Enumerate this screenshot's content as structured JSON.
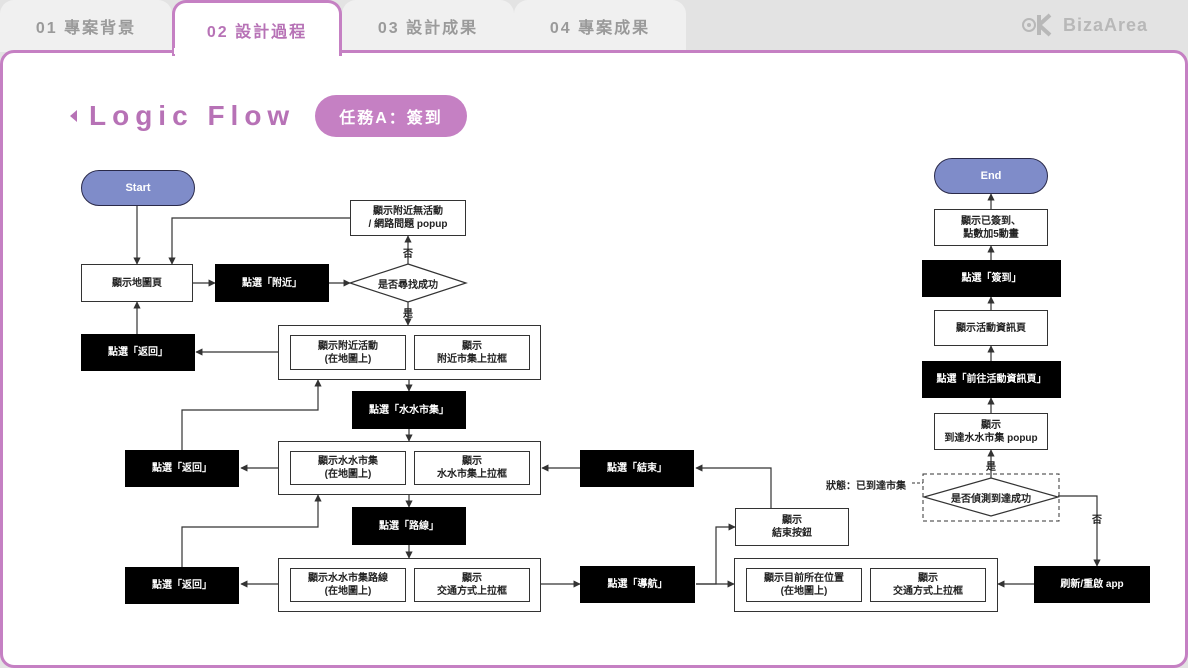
{
  "tabs": [
    {
      "label": "01 專案背景",
      "active": false
    },
    {
      "label": "02 設計過程",
      "active": true
    },
    {
      "label": "03 設計成果",
      "active": false
    },
    {
      "label": "04 專案成果",
      "active": false
    }
  ],
  "brand": {
    "name": "BizaArea"
  },
  "heading": {
    "title": "Logic Flow",
    "badge": "任務A：簽到"
  },
  "colors": {
    "accent": "#c580c3",
    "pill": "#7f8cc9",
    "action": "#000000"
  },
  "flow": {
    "start": "Start",
    "end": "End",
    "show_map": "顯示地圖頁",
    "tap_nearby": "點選「附近」",
    "search_success": "是否尋找成功",
    "no_activity_popup": "顯示附近無活動\n/ 網路問題 popup",
    "no": "否",
    "yes": "是",
    "back": "點選「返回」",
    "show_nearby_activity": "顯示附近活動\n(在地圖上)",
    "show_nearby_market_sheet": "顯示\n附近市集上拉框",
    "tap_market": "點選「水水市集」",
    "show_market": "顯示水水市集\n(在地圖上)",
    "show_market_sheet": "顯示\n水水市集上拉框",
    "tap_route": "點選「路線」",
    "show_route": "顯示水水市集路線\n(在地圖上)",
    "show_transport_sheet": "顯示\n交通方式上拉框",
    "tap_navigate": "點選「導航」",
    "show_end_button": "顯示\n結束按鈕",
    "tap_end": "點選「結束」",
    "show_current_location": "顯示目前所在位置\n(在地圖上)",
    "refresh_app": "刷新/重啟 app",
    "arrival_detected": "是否偵測到達成功",
    "state_arrived": "狀態：已到達市集",
    "show_arrival_popup": "顯示\n到達水水市集 popup",
    "tap_go_activity": "點選「前往活動資訊頁」",
    "show_activity_page": "顯示活動資訊頁",
    "tap_checkin": "點選「簽到」",
    "show_checked_in": "顯示已簽到、\n點數加5動畫"
  }
}
